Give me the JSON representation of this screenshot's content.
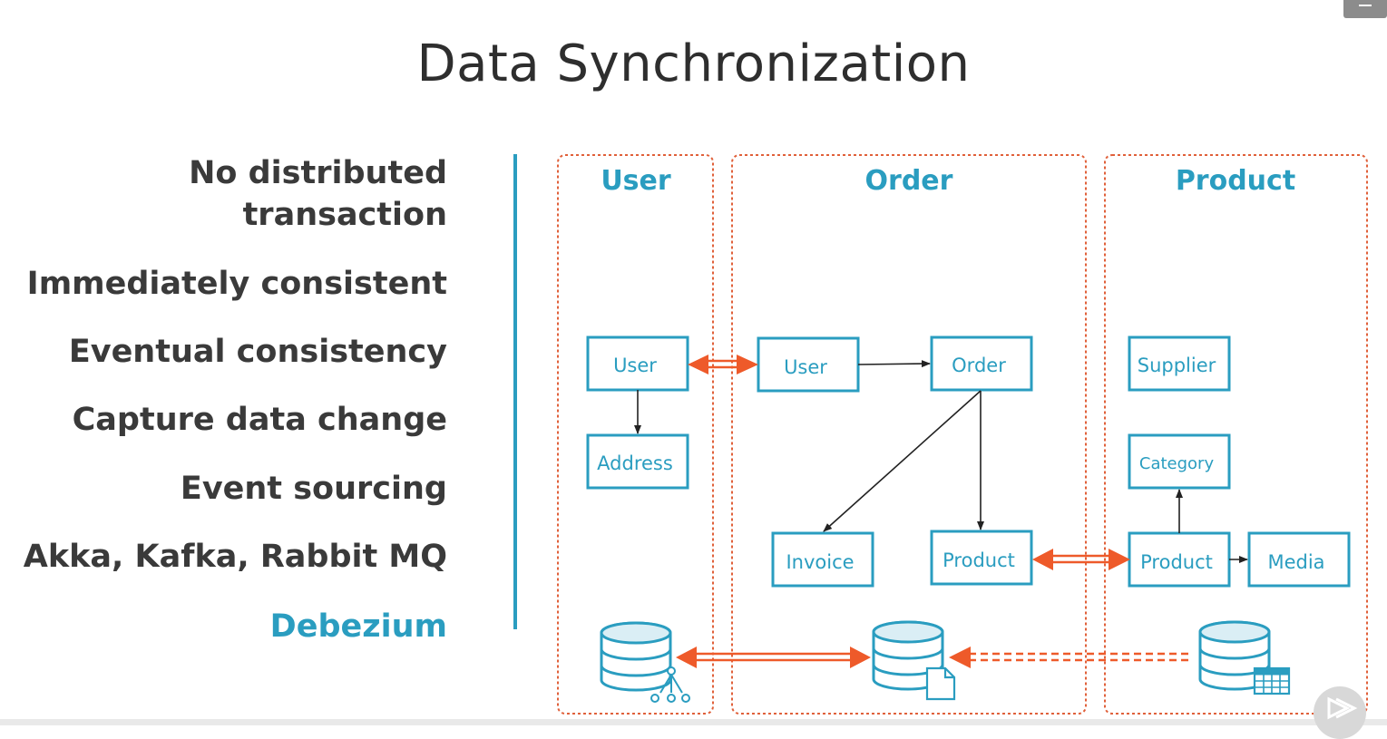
{
  "title": "Data Synchronization",
  "bullets": [
    "No distributed",
    "transaction",
    "Immediately consistent",
    "Eventual consistency",
    "Capture data change",
    "Event sourcing",
    "Akka, Kafka, Rabbit MQ",
    "Debezium"
  ],
  "services": [
    {
      "name": "User"
    },
    {
      "name": "Order"
    },
    {
      "name": "Product"
    }
  ],
  "entities": {
    "user_user": "User",
    "user_address": "Address",
    "order_user": "User",
    "order_order": "Order",
    "order_invoice": "Invoice",
    "order_product": "Product",
    "product_supplier": "Supplier",
    "product_category": "Category",
    "product_product": "Product",
    "product_media": "Media"
  },
  "colors": {
    "accent": "#2a9dc0",
    "sync_arrow": "#ee5a2a",
    "text": "#3a3a3a"
  },
  "icons": [
    "hierarchy-database-icon",
    "document-database-icon",
    "table-database-icon",
    "menu-icon",
    "play-icon"
  ]
}
